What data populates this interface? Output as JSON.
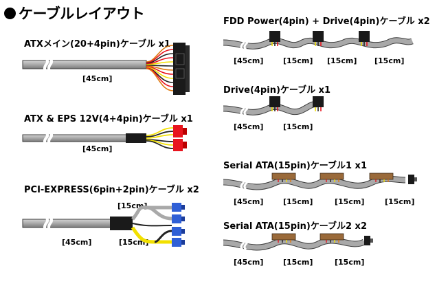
{
  "page_title": "ケーブルレイアウト",
  "cables": {
    "atx_main": {
      "label": "ATXメイン(20+4pin)ケーブル x1",
      "lengths": [
        "[45cm]"
      ]
    },
    "atx_eps": {
      "label": "ATX & EPS 12V(4+4pin)ケーブル x1",
      "lengths": [
        "[45cm]"
      ]
    },
    "pcie": {
      "label": "PCI-EXPRESS(6pin+2pin)ケーブル x2",
      "lengths": [
        "[15cm]",
        "[45cm]",
        "[15cm]"
      ]
    },
    "fdd_drive": {
      "label": "FDD Power(4pin) + Drive(4pin)ケーブル x2",
      "lengths": [
        "[45cm]",
        "[15cm]",
        "[15cm]",
        "[15cm]"
      ]
    },
    "drive": {
      "label": "Drive(4pin)ケーブル x1",
      "lengths": [
        "[45cm]",
        "[15cm]"
      ]
    },
    "sata1": {
      "label": "Serial ATA(15pin)ケーブル1 x1",
      "lengths": [
        "[45cm]",
        "[15cm]",
        "[15cm]",
        "[15cm]"
      ]
    },
    "sata2": {
      "label": "Serial ATA(15pin)ケーブル2 x2",
      "lengths": [
        "[45cm]",
        "[15cm]",
        "[15cm]"
      ]
    }
  },
  "colors": {
    "cable_gray": "#a9a9a9",
    "cable_outline": "#3c3c3c",
    "connector_black": "#1a1a1a",
    "connector_red": "#e8141e",
    "connector_blue": "#2f5fd6",
    "wire_yellow": "#f2e000",
    "wire_orange": "#e07a10",
    "sata_brown": "#9a6a3a"
  }
}
